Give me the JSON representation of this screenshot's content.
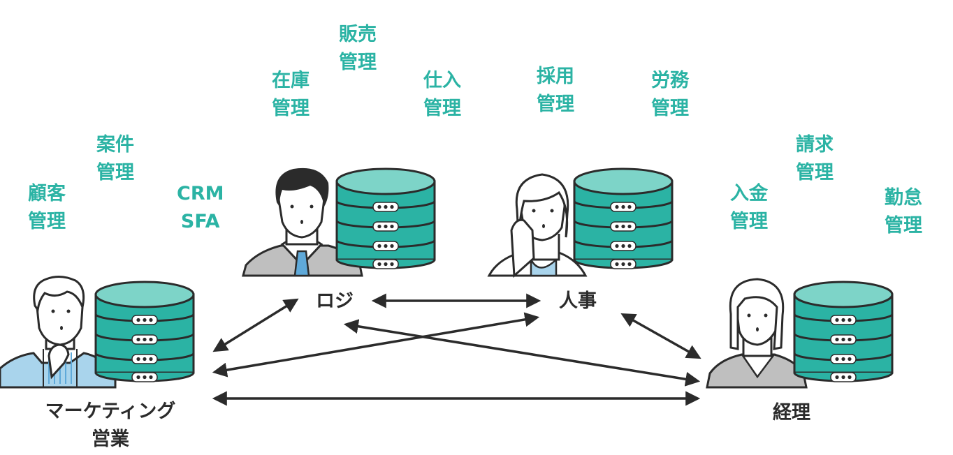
{
  "labels": {
    "customer": [
      "顧客",
      "管理"
    ],
    "project": [
      "案件",
      "管理"
    ],
    "crm": [
      "CRM",
      "SFA"
    ],
    "inventory": [
      "在庫",
      "管理"
    ],
    "sales": [
      "販売",
      "管理"
    ],
    "purchase": [
      "仕入",
      "管理"
    ],
    "hiring": [
      "採用",
      "管理"
    ],
    "labor": [
      "労務",
      "管理"
    ],
    "invoice": [
      "請求",
      "管理"
    ],
    "payment": [
      "入金",
      "管理"
    ],
    "attendance": [
      "勤怠",
      "管理"
    ]
  },
  "departments": {
    "marketing": [
      "マーケティング",
      "営業"
    ],
    "logistics": "ロジ",
    "hr": "人事",
    "accounting": "経理"
  },
  "colors": {
    "accent": "#2bb3a4",
    "db_top": "#7dd4c8",
    "db_body": "#2bb3a4",
    "outline": "#2b2b2b",
    "suit": "#bfbfbf",
    "shirt_blue": "#a9d4ec",
    "tie": "#5fa9d9"
  }
}
